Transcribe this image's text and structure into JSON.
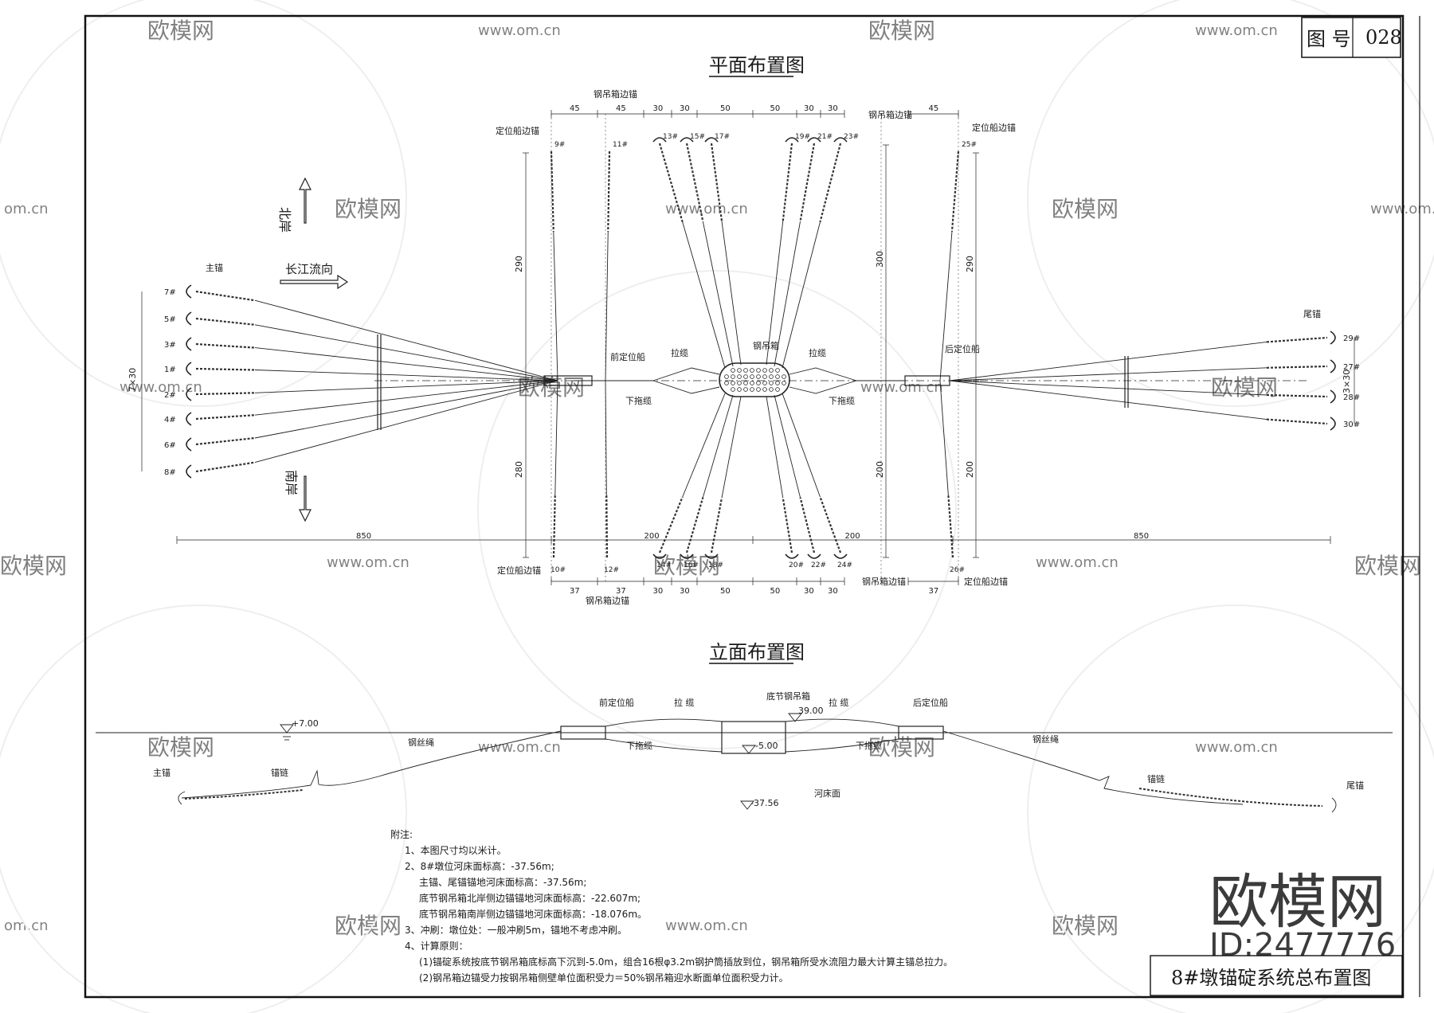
{
  "drawing_no_label": "图 号",
  "drawing_no_value": "028",
  "title_plan": "平面布置图",
  "title_elev": "立面布置图",
  "sheet_title": "8#墩锚碇系统总布置图",
  "watermark": {
    "brand": "欧模网",
    "url": "www.om.cn",
    "url_left": "om.cn",
    "id_text": "ID:2477776"
  },
  "plan": {
    "north": "北岸",
    "south": "南岸",
    "flow": "长江流向",
    "main_anchor": "主锚",
    "tail_anchor": "尾锚",
    "steel_box": "钢吊箱",
    "pull_cable_l": "拉缆",
    "pull_cable_r": "拉缆",
    "front_box": "前定位船",
    "rear_box": "后定位船",
    "lower_cable_l": "下拖缆",
    "lower_cable_r": "下拖缆",
    "positioning_anchor_tl": "定位船边锚",
    "positioning_anchor_tr": "定位船边锚",
    "positioning_anchor_bl": "定位船边锚",
    "positioning_anchor_br": "定位船边锚",
    "box_anchor_tl": "钢吊箱边锚",
    "box_anchor_tr": "钢吊箱边锚",
    "box_anchor_bl": "钢吊箱边锚",
    "box_anchor_br": "钢吊箱边锚",
    "left_anchor_numbers": [
      "7#",
      "5#",
      "3#",
      "1#",
      "2#",
      "4#",
      "6#",
      "8#"
    ],
    "right_anchor_numbers": [
      "29#",
      "27#",
      "28#",
      "30#"
    ],
    "top_anchor_numbers": [
      "9#",
      "11#",
      "13#",
      "15#",
      "17#",
      "19#",
      "21#",
      "23#",
      "25#"
    ],
    "bottom_anchor_numbers": [
      "10#",
      "12#",
      "14#",
      "16#",
      "18#",
      "20#",
      "22#",
      "24#",
      "26#"
    ],
    "dims_top": [
      "45",
      "45",
      "30",
      "30",
      "50",
      "50",
      "30",
      "30",
      "45"
    ],
    "dims_bottom": [
      "37",
      "37",
      "30",
      "30",
      "50",
      "50",
      "30",
      "30",
      "37"
    ],
    "dims_vert_left_upper": "290",
    "dims_vert_left_lower": "280",
    "dims_vert_mid_upper": "300",
    "dims_vert_mid_lower": "200",
    "dims_vert_right_upper": "290",
    "dims_vert_right_lower": "200",
    "dim_left_spread": "7×30",
    "dim_right_spread": "3×30",
    "dims_horizontal": [
      "850",
      "200",
      "200",
      "850"
    ]
  },
  "elevation": {
    "water_level": "+7.00",
    "box_top": "39.00",
    "box_bottom": "-5.00",
    "riverbed_level": "-37.56",
    "riverbed": "河床面",
    "front_box": "前定位船",
    "rear_box": "后定位船",
    "bottom_box": "底节钢吊箱",
    "pull_cable_l": "拉 缆",
    "pull_cable_r": "拉 缆",
    "lower_cable_l": "下拖缆",
    "lower_cable_r": "下拖缆",
    "wire_rope_l": "钢丝绳",
    "wire_rope_r": "钢丝绳",
    "chain_l": "锚链",
    "chain_r": "锚链",
    "main_anchor": "主锚",
    "tail_anchor": "尾锚"
  },
  "notes": {
    "heading": "附注:",
    "lines": [
      "1、本图尺寸均以米计。",
      "2、8#墩位河床面标高：-37.56m;",
      "主锚、尾锚锚地河床面标高：-37.56m;",
      "底节钢吊箱北岸侧边锚锚地河床面标高：-22.607m;",
      "底节钢吊箱南岸侧边锚锚地河床面标高：-18.076m。",
      "3、冲刷：墩位处：一般冲刷5m，锚地不考虑冲刷。",
      "4、计算原则：",
      "(1)锚碇系统按底节钢吊箱底标高下沉到-5.0m，组合16根φ3.2m钢护筒插放到位，钢吊箱所受水流阻力最大计算主锚总拉力。",
      "(2)钢吊箱边锚受力按钢吊箱侧壁单位面积受力＝50%钢吊箱迎水断面单位面积受力计。"
    ]
  }
}
